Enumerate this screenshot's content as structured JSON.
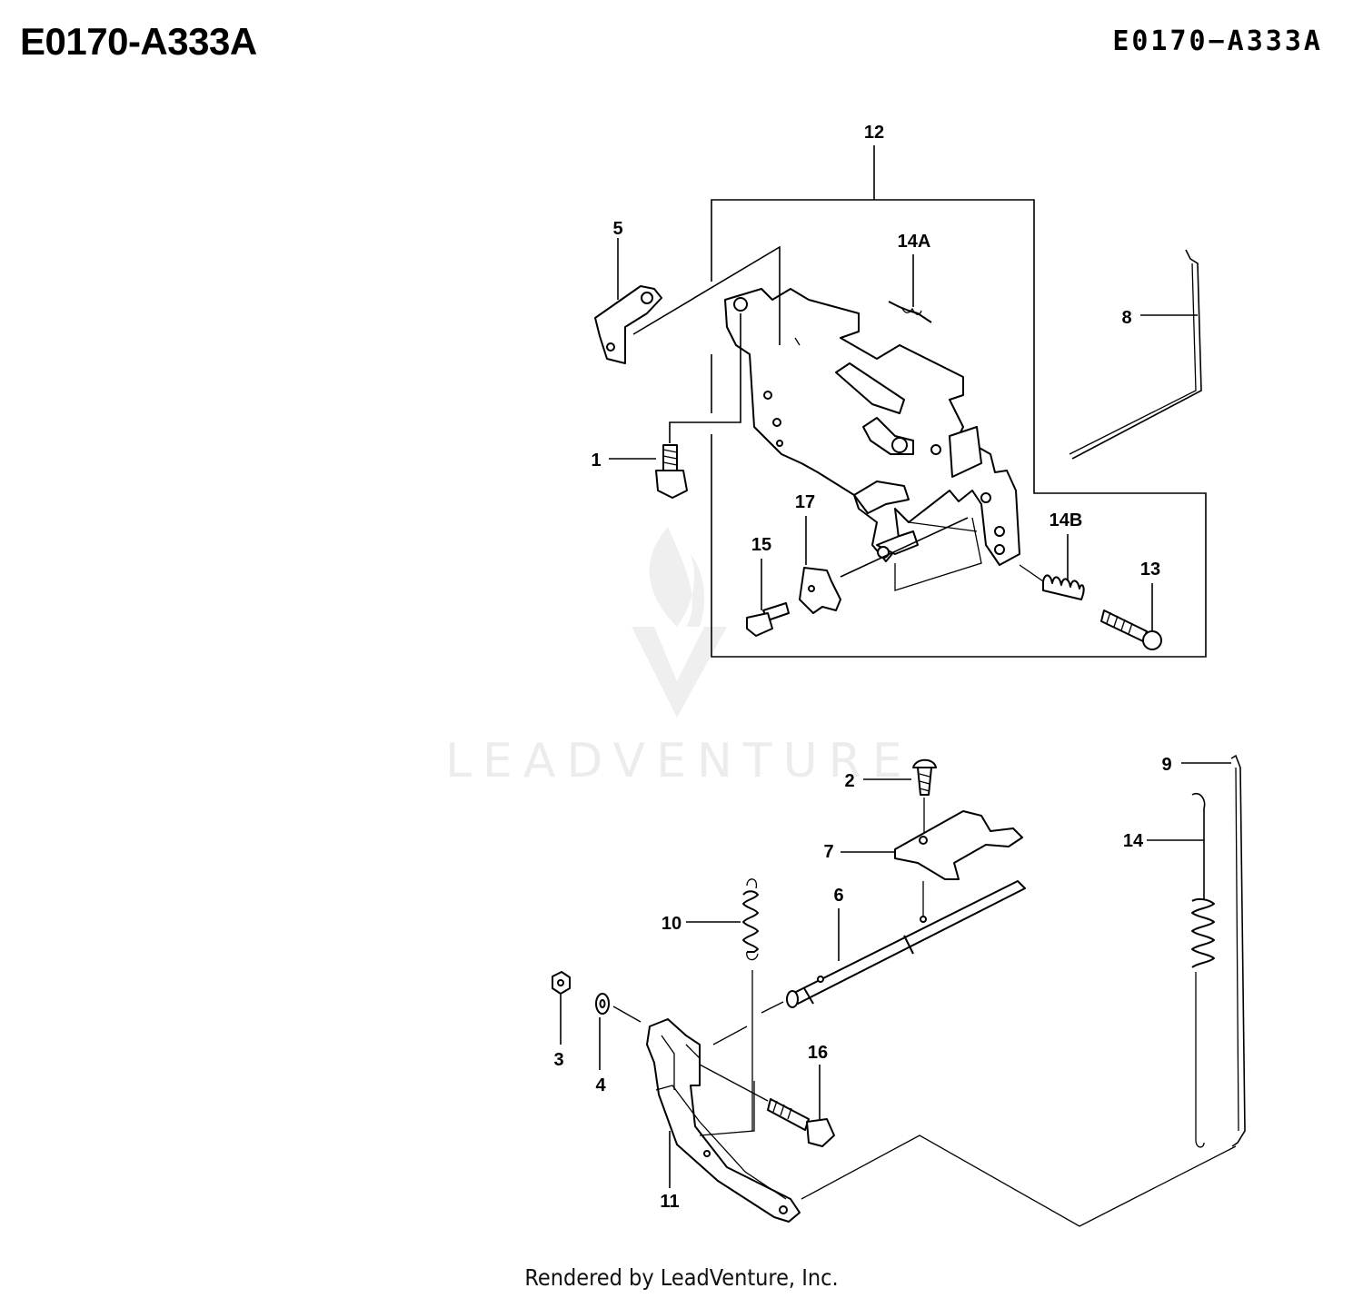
{
  "header": {
    "title": "E0170-A333A",
    "code": "E0170−A333A"
  },
  "watermark": {
    "text": "LEADVENTURE",
    "logo_icon": "leadventure-flame-logo-icon"
  },
  "footer": {
    "text": "Rendered by LeadVenture, Inc."
  },
  "callouts": {
    "c1": "1",
    "c2": "2",
    "c3": "3",
    "c4": "4",
    "c5": "5",
    "c6": "6",
    "c7": "7",
    "c8": "8",
    "c9": "9",
    "c10": "10",
    "c11": "11",
    "c12": "12",
    "c13": "13",
    "c14": "14",
    "c14a": "14A",
    "c14b": "14B",
    "c15": "15",
    "c16": "16",
    "c17": "17"
  }
}
